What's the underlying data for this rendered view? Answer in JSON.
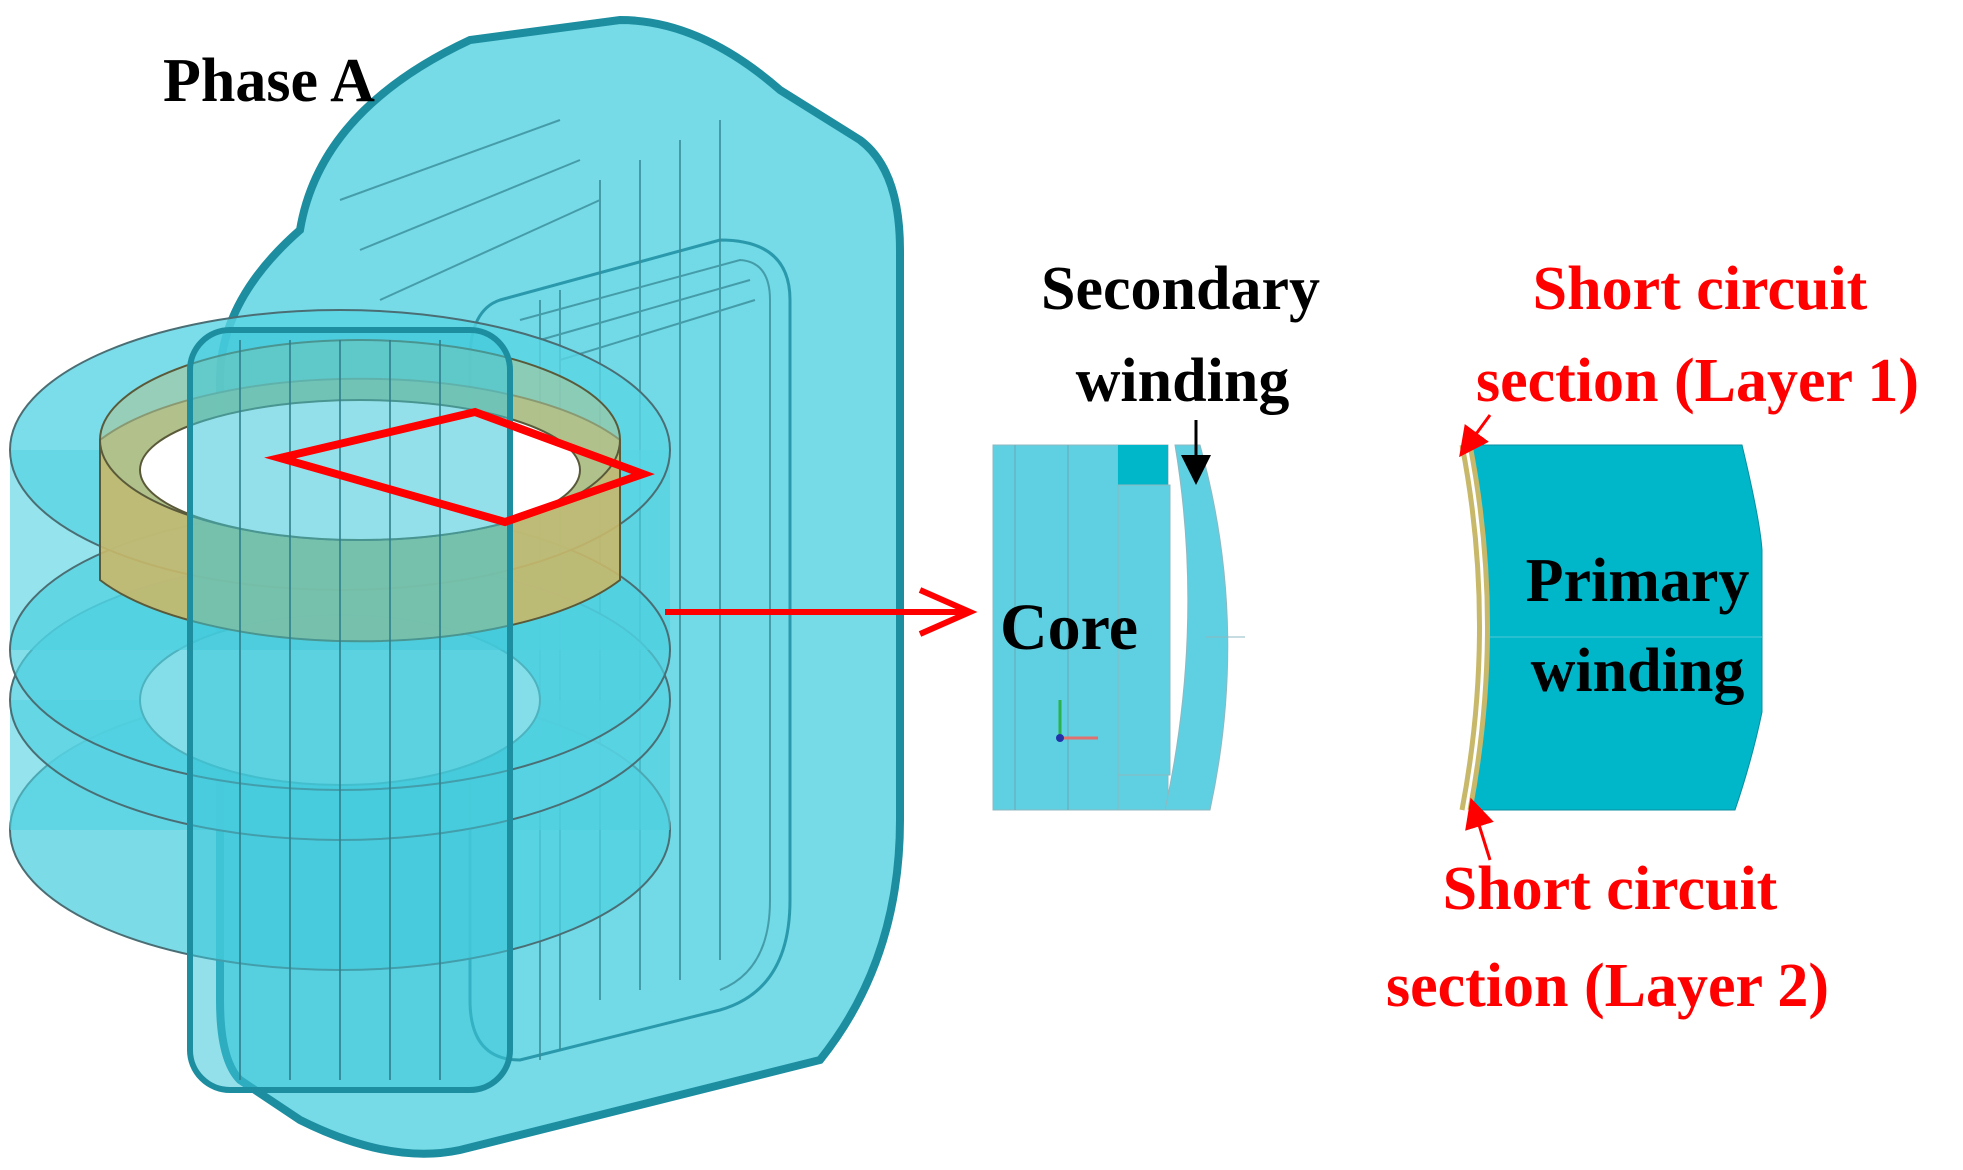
{
  "labels": {
    "phase": "Phase A",
    "secondary_line1": "Secondary",
    "secondary_line2": "winding",
    "core": "Core",
    "primary_line1": "Primary",
    "primary_line2": "winding",
    "sc1_line1": "Short circuit",
    "sc1_line2": "section (Layer 1)",
    "sc2_line1": "Short circuit",
    "sc2_line2": "section (Layer 2)"
  },
  "colors": {
    "transformer_fill": "#4fd0e0",
    "transformer_edge": "#1c8ea0",
    "winding_highlight": "#c8b86a",
    "primary_fill": "#00b7c9",
    "annotation": "#ff0000",
    "label_text": "#000000"
  },
  "icons": {
    "transformer": "three-dimensional-transformer-model",
    "axis_triad": "xyz-axis-triad",
    "pointer_arrow": "arrow"
  }
}
